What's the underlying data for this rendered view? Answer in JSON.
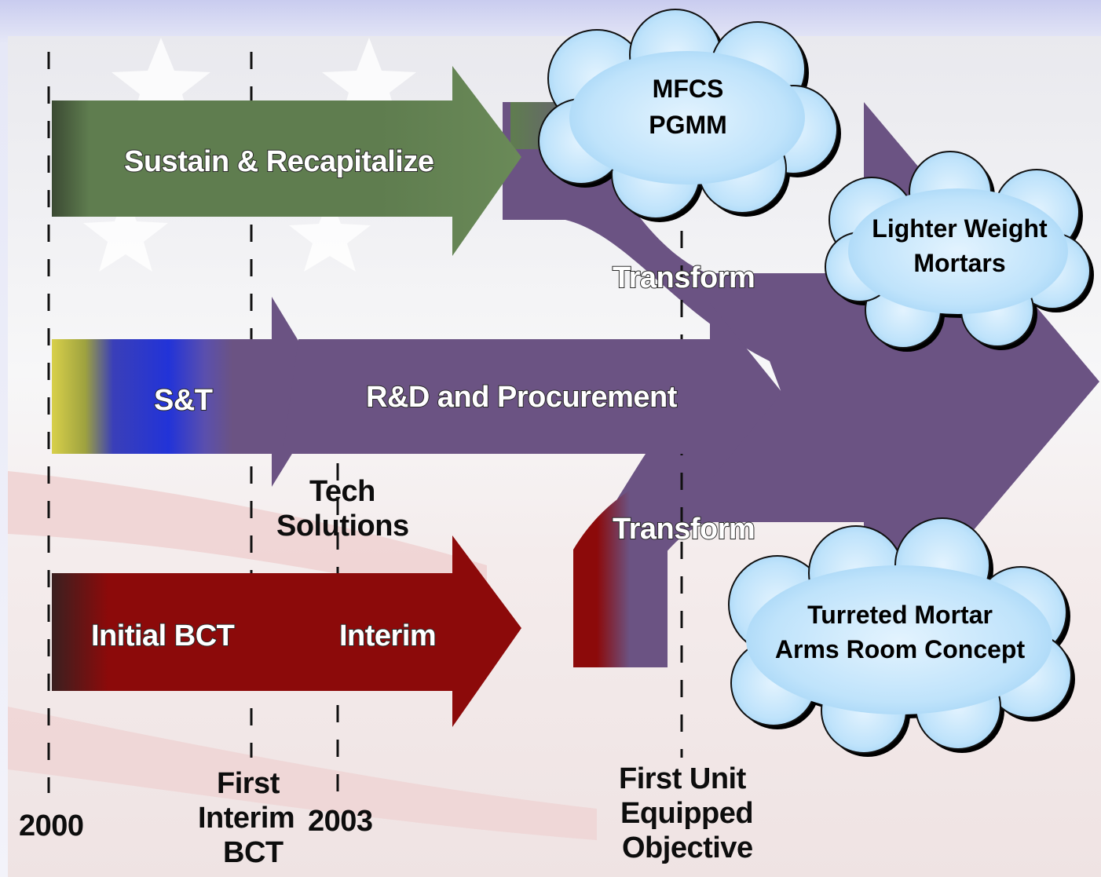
{
  "arrows": {
    "sustain": "Sustain & Recapitalize",
    "st": "S&T",
    "rd": "R&D and Procurement",
    "initial_bct": "Initial BCT",
    "interim": "Interim",
    "transform_top": "Transform",
    "transform_bottom": "Transform"
  },
  "notes": {
    "tech_line1": "Tech",
    "tech_line2": "Solutions"
  },
  "milestones": {
    "m2000": "2000",
    "first_interim_1": "First",
    "first_interim_2": "Interim",
    "first_interim_3": "BCT",
    "m2003": "2003",
    "fue_1": "First Unit",
    "fue_2": "Equipped",
    "fue_3": "Objective"
  },
  "clouds": {
    "mfcs_line1": "MFCS",
    "mfcs_line2": "PGMM",
    "lwm_line1": "Lighter Weight",
    "lwm_line2": "Mortars",
    "tm_line1": "Turreted Mortar",
    "tm_line2": "Arms Room Concept"
  },
  "colors": {
    "purple": "#6b5383",
    "green": "#5f7d4f",
    "red": "#8c0a0a",
    "cloud": "#bfe3fb"
  }
}
